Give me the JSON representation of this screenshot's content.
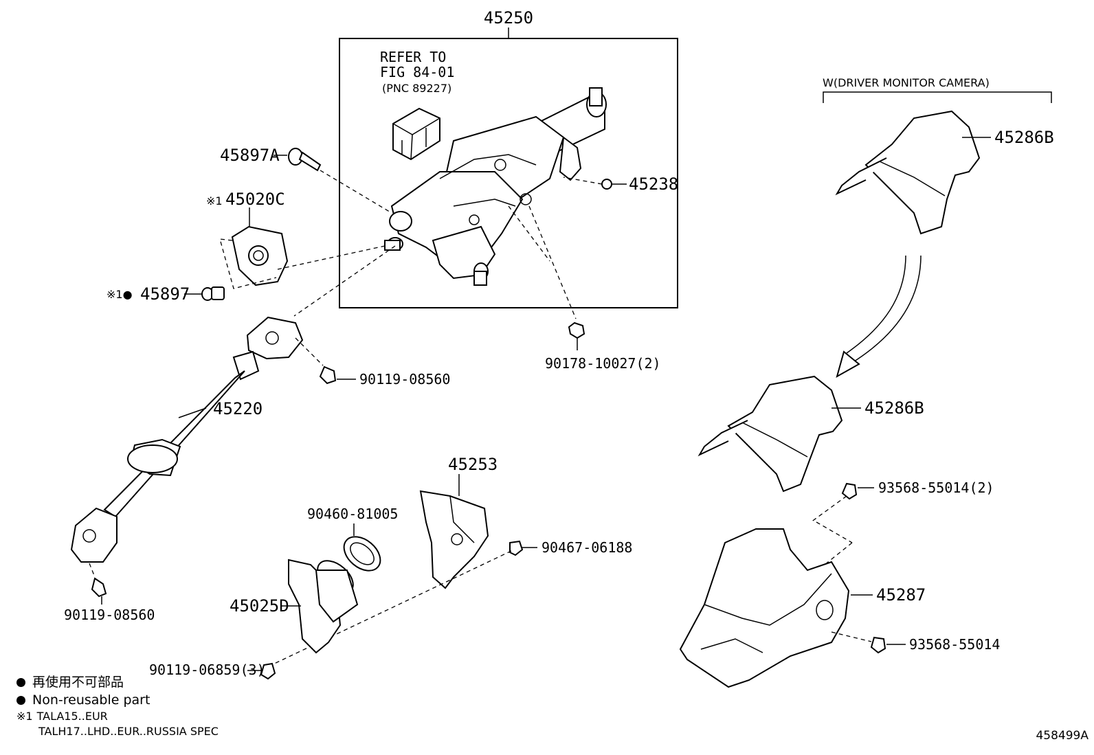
{
  "labels": {
    "p45250": "45250",
    "refer_line1": "REFER TO",
    "refer_line2": "FIG 84-01",
    "refer_line3": "(PNC 89227)",
    "p45897A": "45897A",
    "p45238": "45238",
    "p45020C": "45020C",
    "p45020C_mark": "※1",
    "p45897": "45897",
    "p45897_mark": "※1●",
    "p90178": "90178-10027(2)",
    "p90119_top": "90119-08560",
    "p45220": "45220",
    "p90119_bottom": "90119-08560",
    "p45253": "45253",
    "p90460": "90460-81005",
    "p90467": "90467-06188",
    "p45025D": "45025D",
    "p90119_06859": "90119-06859(3)",
    "driver_monitor": "W(DRIVER MONITOR CAMERA)",
    "p45286B_top": "45286B",
    "p45286B_mid": "45286B",
    "p93568_2": "93568-55014(2)",
    "p45287": "45287",
    "p93568": "93568-55014"
  },
  "legend": {
    "jp": "再使用不可部品",
    "en": "Non-reusable part",
    "note_mark": "※1",
    "note_line1": "TALA15..EUR",
    "note_line2": "TALH17..LHD..EUR..RUSSIA SPEC"
  },
  "drawing_number": "458499A"
}
